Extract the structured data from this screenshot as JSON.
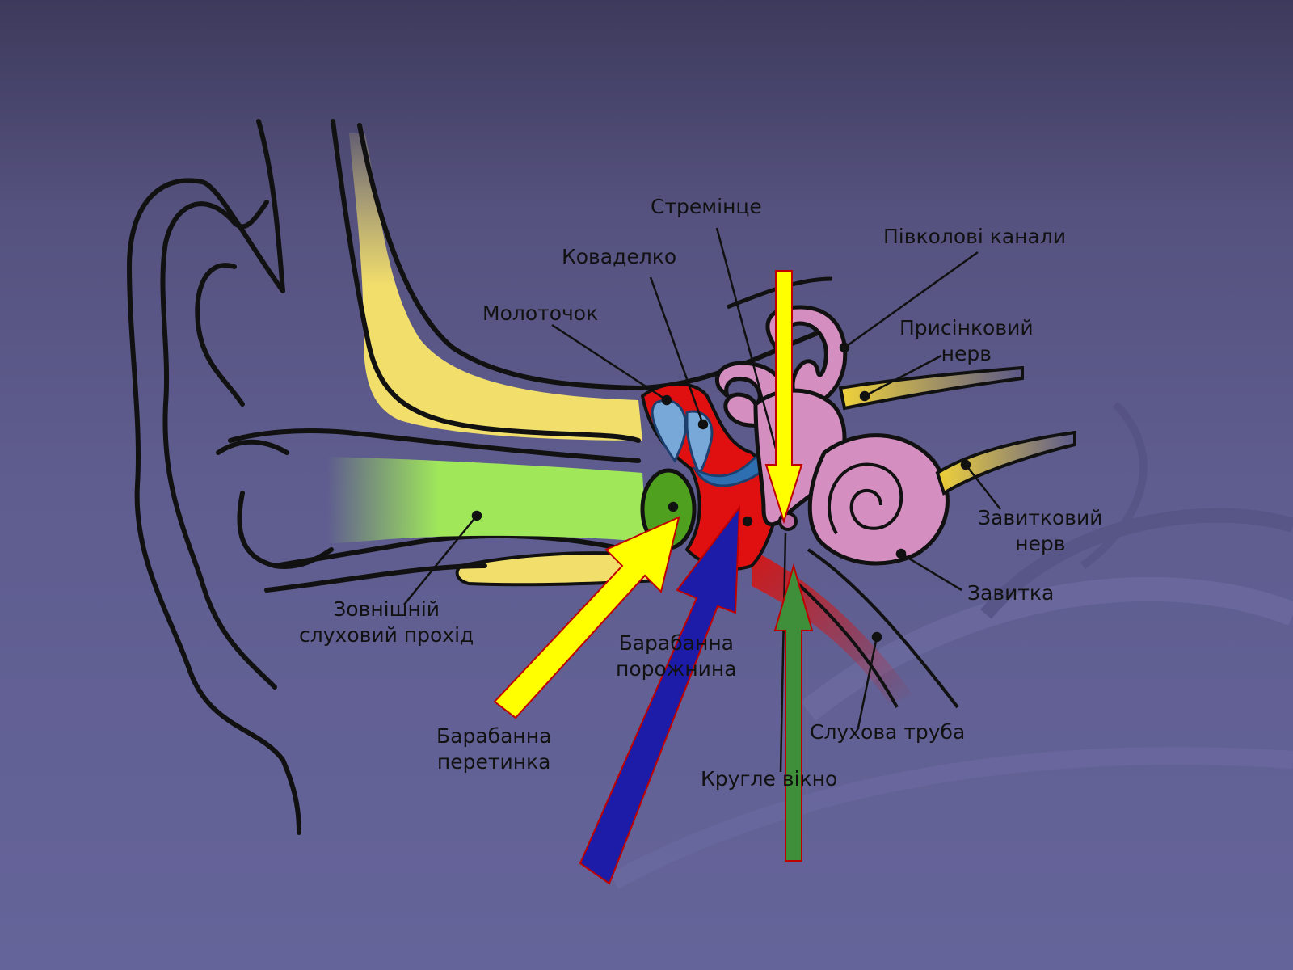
{
  "labels": {
    "stapes": "Стремінце",
    "incus": "Коваделко",
    "malleus": "Молоточок",
    "semicircular_canals": "Півколові канали",
    "vestibular_nerve": [
      "Присінковий",
      "нерв"
    ],
    "cochlear_nerve": [
      "Завитковий",
      "нерв"
    ],
    "cochlea": "Завитка",
    "ear_canal": [
      "Зовнішній",
      "слуховий прохід"
    ],
    "tympanic_cavity": [
      "Барабанна",
      "порожнина"
    ],
    "eardrum": [
      "Барабанна",
      "перетинка"
    ],
    "eustachian_tube": "Слухова труба",
    "round_window": "Кругле вікно"
  },
  "arrows": [
    {
      "name": "eardrum-arrow",
      "color": "yellow",
      "fill": "#ffff00",
      "stroke": "#c00000",
      "direction": "up-right"
    },
    {
      "name": "cavity-arrow",
      "color": "blue",
      "fill": "#1c1ca8",
      "stroke": "#c00000",
      "direction": "up-right"
    },
    {
      "name": "stapes-arrow",
      "color": "yellow",
      "fill": "#ffff00",
      "stroke": "#c00000",
      "direction": "down"
    },
    {
      "name": "round-window-arrow",
      "color": "green",
      "fill": "#3f8f3a",
      "stroke": "#c00000",
      "direction": "up"
    }
  ],
  "colors": {
    "background": "#5f5d8f",
    "outline": "#111111",
    "bone": "#f2df6b",
    "ear_canal": "#a0e85a",
    "eardrum": "#4fa01e",
    "middle_ear": "#e01010",
    "ossicles": "#78a8d8",
    "inner_ear": "#d48ec0",
    "nerve": "#f0d23a"
  }
}
